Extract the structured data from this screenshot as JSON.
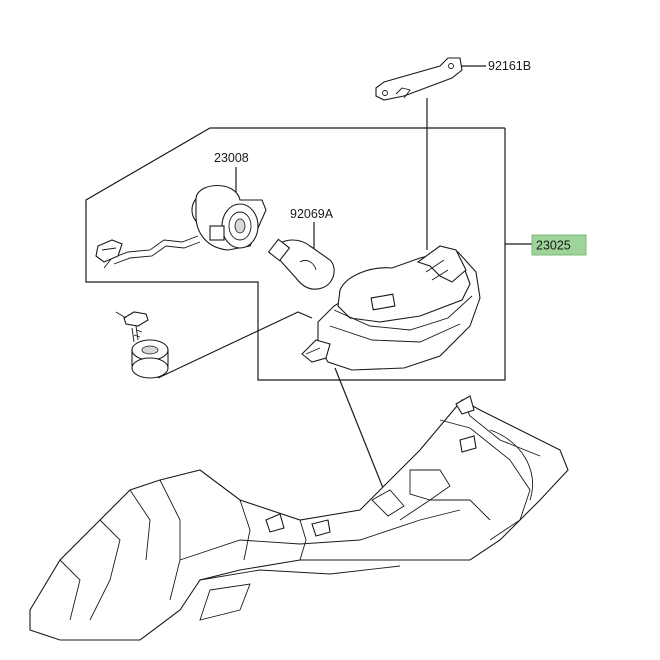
{
  "labels": {
    "bracket": "92161B",
    "socket": "23008",
    "bulb": "92069A",
    "assembly": "23025"
  },
  "colors": {
    "highlight_fill": "#9ed39a",
    "highlight_border": "#7fb87a",
    "line": "#1a1a1a"
  }
}
